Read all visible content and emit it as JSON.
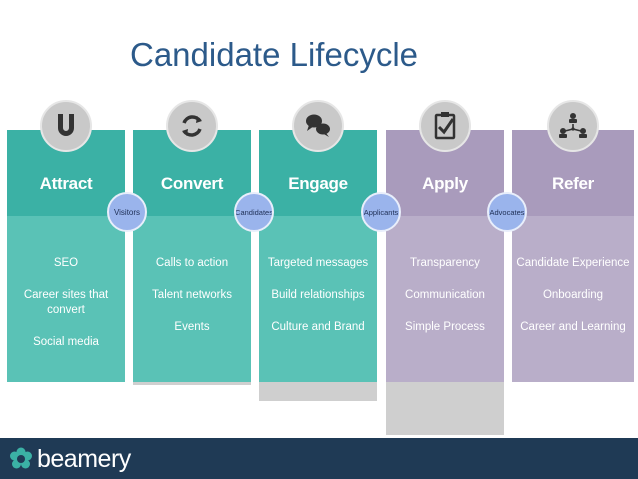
{
  "title": "Candidate Lifecycle",
  "stages": [
    {
      "label": "Attract",
      "items": [
        "SEO",
        "Career sites that convert",
        "Social media"
      ]
    },
    {
      "label": "Convert",
      "items": [
        "Calls to action",
        "Talent networks",
        "Events"
      ]
    },
    {
      "label": "Engage",
      "items": [
        "Targeted messages",
        "Build relationships",
        "Culture and Brand"
      ]
    },
    {
      "label": "Apply",
      "items": [
        "Transparency",
        "Communication",
        "Simple Process"
      ]
    },
    {
      "label": "Refer",
      "items": [
        "Candidate Experience",
        "Onboarding",
        "Career and Learning"
      ]
    }
  ],
  "connectors": [
    "Visitors",
    "Candidates",
    "Applicants",
    "Advocates"
  ],
  "icons": [
    "magnet-icon",
    "refresh-icon",
    "chat-bubbles-icon",
    "clipboard-check-icon",
    "network-people-icon"
  ],
  "colors": {
    "title": "#2c5a8a",
    "teal_head": "#3bb1a5",
    "teal_body": "#5ac2b6",
    "lilac_head": "#a99bbc",
    "lilac_body": "#b9aec9",
    "connector": "#9ab4ec",
    "footer": "#1f3a55"
  },
  "footer": {
    "brand": "beamery"
  }
}
